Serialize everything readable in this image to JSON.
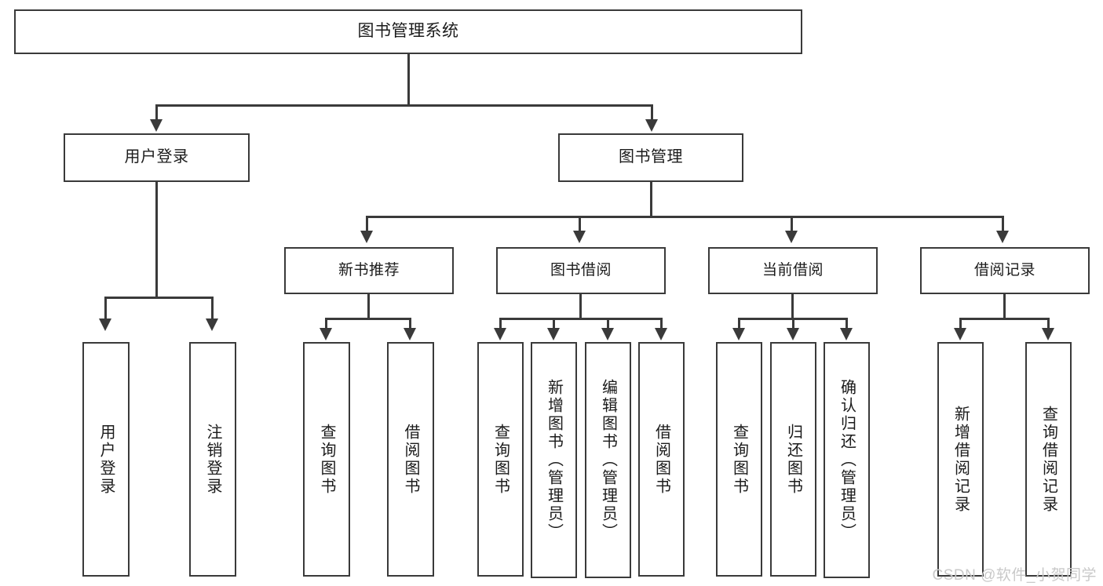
{
  "diagram": {
    "type": "hierarchy-tree",
    "title": "图书管理系统",
    "root": {
      "label": "图书管理系统"
    },
    "level2": [
      {
        "label": "用户登录"
      },
      {
        "label": "图书管理"
      }
    ],
    "level3": [
      {
        "label": "新书推荐"
      },
      {
        "label": "图书借阅"
      },
      {
        "label": "当前借阅"
      },
      {
        "label": "借阅记录"
      }
    ],
    "leaves": {
      "user_login": [
        {
          "label": "用户登录"
        },
        {
          "label": "注销登录"
        }
      ],
      "new_book_recommend": [
        {
          "label": "查询图书"
        },
        {
          "label": "借阅图书"
        }
      ],
      "book_borrow": [
        {
          "label": "查询图书"
        },
        {
          "label": "新增图书（管理员）"
        },
        {
          "label": "编辑图书（管理员）"
        },
        {
          "label": "借阅图书"
        }
      ],
      "current_borrow": [
        {
          "label": "查询图书"
        },
        {
          "label": "归还图书"
        },
        {
          "label": "确认归还（管理员）"
        }
      ],
      "borrow_record": [
        {
          "label": "新增借阅记录"
        },
        {
          "label": "查询借阅记录"
        }
      ]
    }
  },
  "watermark": {
    "text": "CSDN @软件_小贺同学"
  },
  "colors": {
    "stroke": "#3a3a3a",
    "text": "#1b1b1b",
    "background": "#ffffff",
    "watermark": "#c9c9c9"
  }
}
